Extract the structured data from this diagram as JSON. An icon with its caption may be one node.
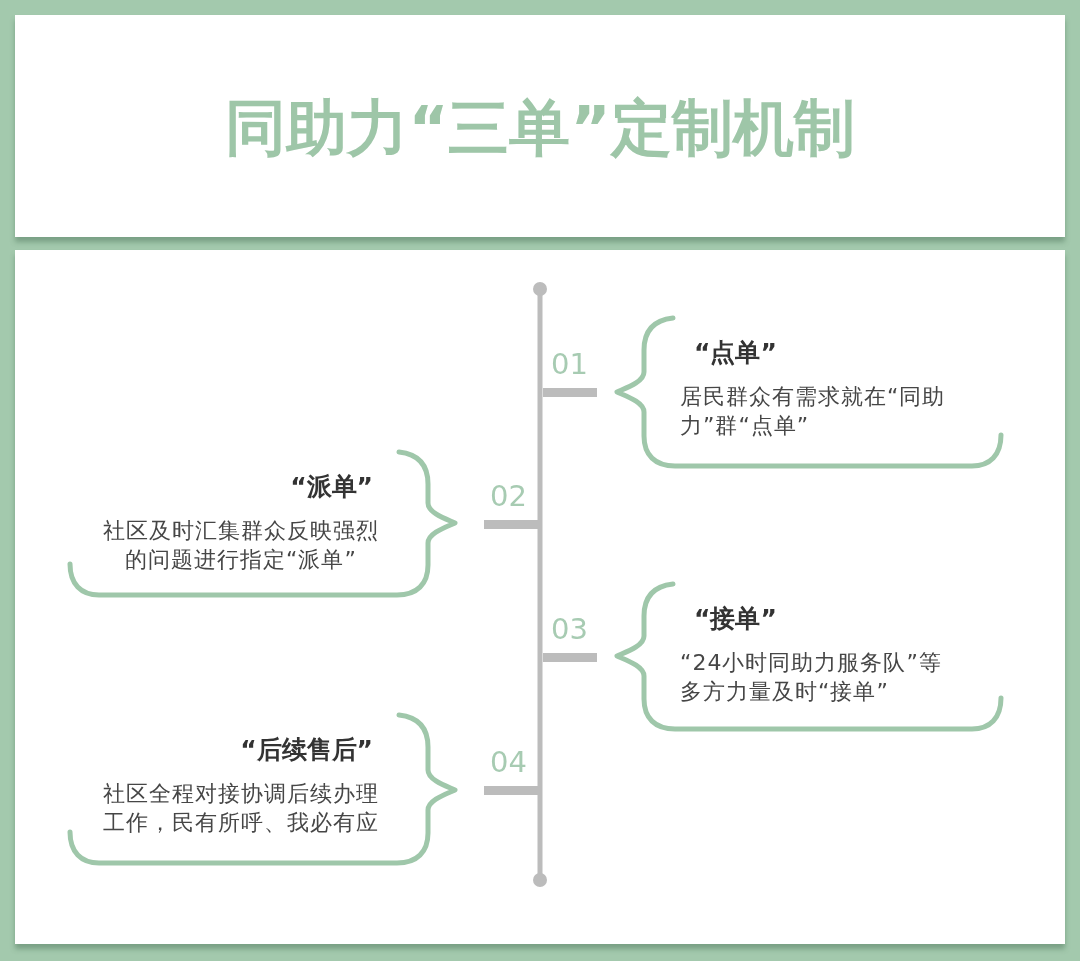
{
  "diagram": {
    "title": "同助力“三单”定制机制",
    "nodes": [
      {
        "text": [
          "“点单”",
          "居民群众有需求就在“同助力”群“点单”"
        ]
      },
      {
        "text": [
          "“派单”",
          "社区及时汇集群众反映强烈的问题进行指定“派单”"
        ]
      },
      {
        "text": [
          "“接单”",
          "“24小时同助力服务队”等多方力量及时“接单”"
        ]
      },
      {
        "text": [
          "“后续售后”",
          "社区全程对接协调后续办理工作，民有所呼、我必有应"
        ]
      }
    ],
    "labels": [
      "01",
      "02",
      "03",
      "04"
    ]
  }
}
